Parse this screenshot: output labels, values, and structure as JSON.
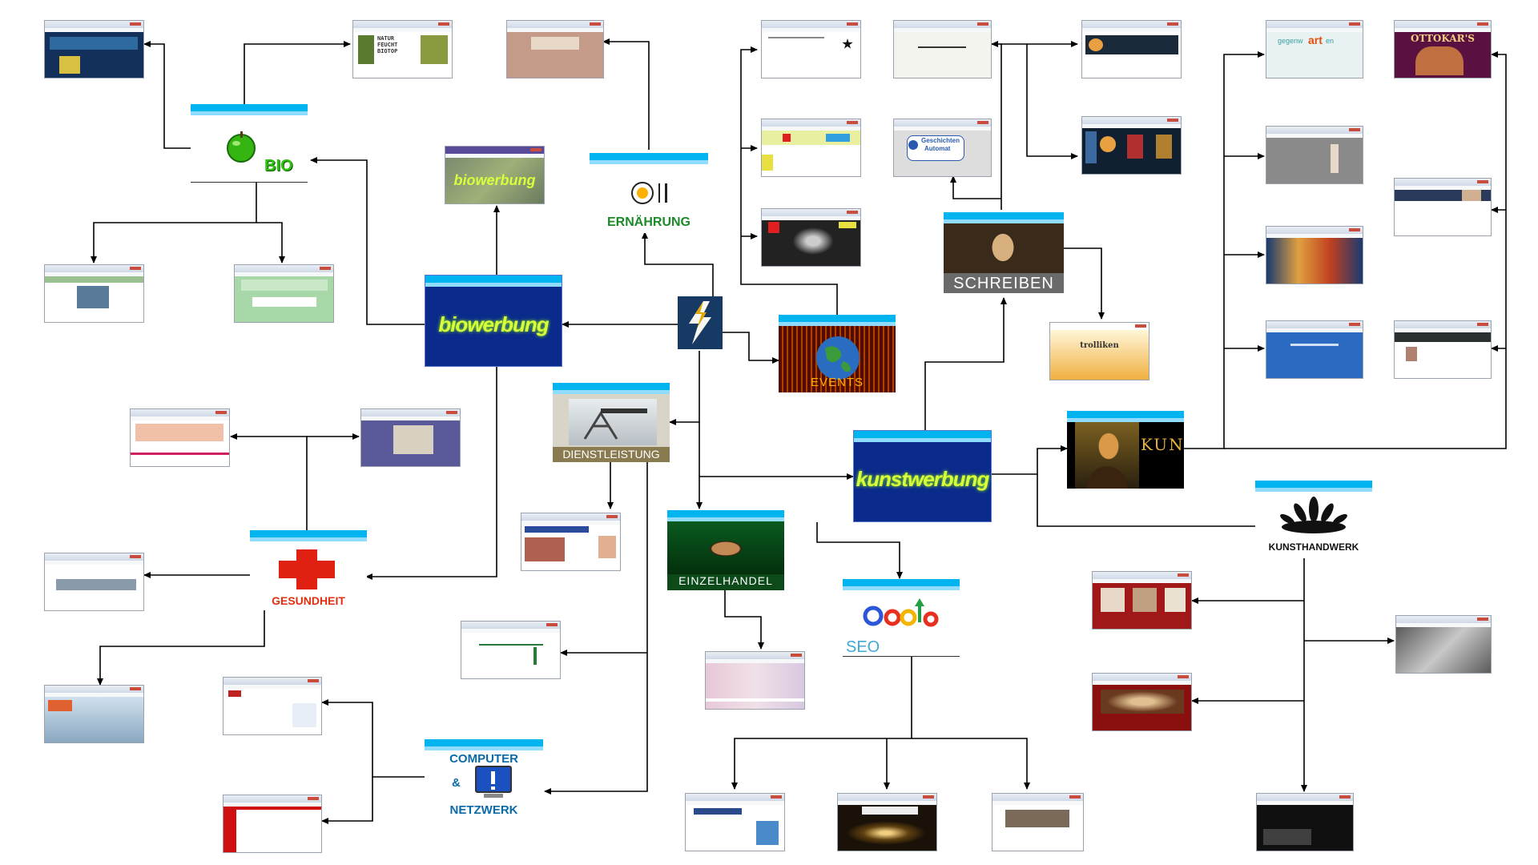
{
  "hub": {
    "icon": "lightning-logo-icon"
  },
  "biowerbung": {
    "title": "biowerbung",
    "accent": "#d8ff3c",
    "bg": "#0a2a8c"
  },
  "kunstwerbung": {
    "title": "kunstwerbung",
    "accent": "#d8ff3c",
    "bg": "#0a2a8c"
  },
  "categories": {
    "bio": "BIO",
    "ernaehrung": "ERNÄHRUNG",
    "events": "EVENTS",
    "schreiben": "SCHREIBEN",
    "dienstleistung": "DIENSTLEISTUNG",
    "gesundheit": "GESUNDHEIT",
    "einzelhandel": "EINZELHANDEL",
    "seo": "SEO",
    "computer_1": "COMPUTER",
    "computer_2": "&",
    "computer_3": "NETZWERK",
    "kunst": "KUNST",
    "kunsthandwerk": "KUNSTHANDWERK"
  },
  "thumb_texts": {
    "biowerbung_banner": "biowerbung",
    "trolliken": "trolliken",
    "gegenwartart_1": "gegenw",
    "gegenwartart_2": "art",
    "gegenwartart_3": "en",
    "ottokars": "OTTOKAR'S",
    "geschichten_1": "Geschichten",
    "geschichten_2": "Automat",
    "biotop": "NATUR FEUCHT BIOTOP"
  },
  "colors": {
    "arrow": "#000000",
    "header": "#00b4f0",
    "bio_green": "#2fbf10",
    "red": "#e03010",
    "seo_blue": "#40a8d8"
  }
}
